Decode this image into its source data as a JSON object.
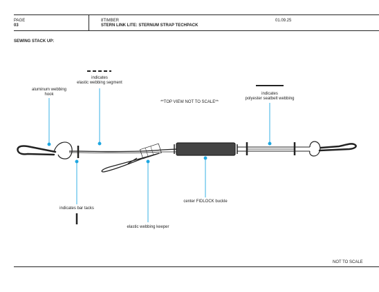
{
  "header": {
    "page_label": "PAGE",
    "page_number": "03",
    "brand": "8TIMBER",
    "document_title": "STERN LINK LITE: STERNUM STRAP TECHPACK",
    "date": "01.09.25"
  },
  "section_title": "SEWING STACK UP:",
  "note_top_view": "**TOP VIEW NOT TO SCALE**",
  "labels": {
    "hook": [
      "aluminum webbing",
      "hook"
    ],
    "elastic_segment": [
      "indicates",
      "elastic webbing segment"
    ],
    "seatbelt_webbing": [
      "indicates",
      "polyester seatbelt webbing"
    ],
    "bar_tacks": "indicates bar tacks",
    "keeper": "elastic webbing keeper",
    "buckle": "center FIDLOCK buckle"
  },
  "footer": {
    "note": "NOT TO SCALE"
  },
  "colors": {
    "callout": "#1ea7e1",
    "ink": "#222222",
    "buckle": "#444444"
  }
}
